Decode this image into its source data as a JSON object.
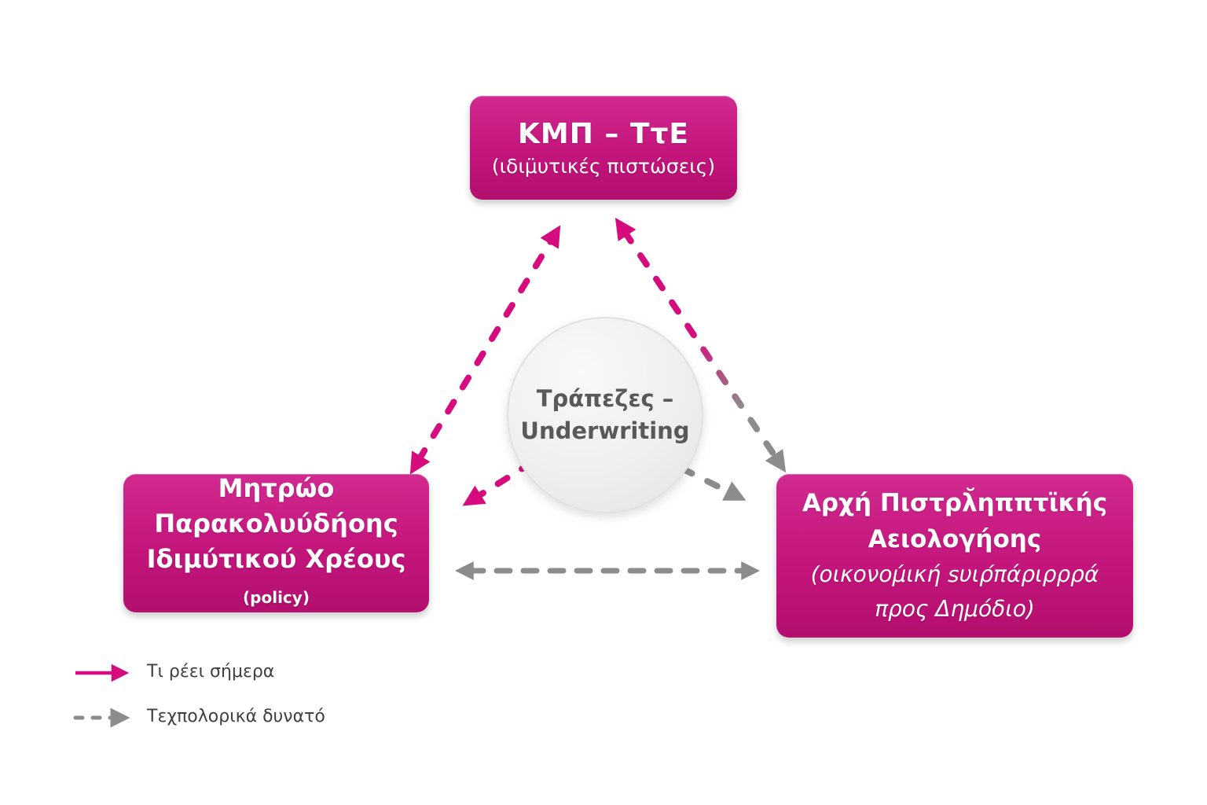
{
  "top_box": {
    "title": "ΚΜΠ – ΤτΕ",
    "subtitle": "(ιδιμ̈υτικές πιστώσεις)"
  },
  "center_circle": {
    "line1": "Τράπεζες –",
    "line2": "Underwriting"
  },
  "left_box": {
    "line1": "Μητρώο",
    "line2": "Παρακολυύδήοης",
    "line3": "Ιδιμύτικού Χρέους",
    "line3_note": "(policy)"
  },
  "right_box": {
    "line1": "Αρχή Πιστρλ̆ηππτϊκής",
    "line2": "Αειολογήοης",
    "line3": "(οικονομ́ική sυιρ́πάριρρρά",
    "line4": "προς Δημόδιο)"
  },
  "legend": {
    "item1": {
      "label": "Τι ρέει σήμερα",
      "style": "solid"
    },
    "item2": {
      "label": "Τεχπολορικά δυνατό",
      "style": "dashed"
    }
  },
  "colors": {
    "box_pink": "#c4157c",
    "box_pink_light": "#d12a90",
    "box_pink_dark": "#b30f6f",
    "arrow_pink": "#d60b7e",
    "arrow_gray": "#8c8c8c",
    "circle_text": "#58595b",
    "legend_text": "#404040"
  }
}
